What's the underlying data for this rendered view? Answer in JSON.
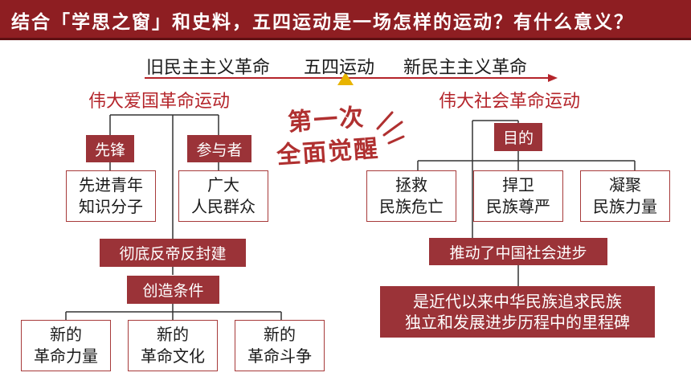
{
  "header": {
    "title": "结合「学思之窗」和史料，五四运动是一场怎样的运动？有什么意义？"
  },
  "timeline": {
    "left": "旧民主主义革命",
    "center": "五四运动",
    "right": "新民主主义革命"
  },
  "stamp": {
    "line1": "第一次",
    "line2": "全面觉醒"
  },
  "left_branch": {
    "title": "伟大爱国革命运动",
    "vanguard_label": "先锋",
    "participants_label": "参与者",
    "vanguard": [
      "先进青年",
      "知识分子"
    ],
    "participants": [
      "广大",
      "人民群众"
    ],
    "thorough": "彻底反帝反封建",
    "created": "创造条件",
    "outcomes": [
      {
        "line1": "新的",
        "line2": "革命力量"
      },
      {
        "line1": "新的",
        "line2": "革命文化"
      },
      {
        "line1": "新的",
        "line2": "革命斗争"
      }
    ]
  },
  "right_branch": {
    "title": "伟大社会革命运动",
    "purpose_label": "目的",
    "purposes": [
      {
        "line1": "拯救",
        "line2": "民族危亡"
      },
      {
        "line1": "捍卫",
        "line2": "民族尊严"
      },
      {
        "line1": "凝聚",
        "line2": "民族力量"
      }
    ],
    "progress": "推动了中国社会进步",
    "milestone_line1": "是近代以来中华民族追求民族",
    "milestone_line2": "独立和发展进步历程中的里程碑"
  },
  "colors": {
    "header_bg": "#8e1e22",
    "accent_red": "#b4242a",
    "label_bg": "#9b3338",
    "marker": "#e8b400"
  }
}
